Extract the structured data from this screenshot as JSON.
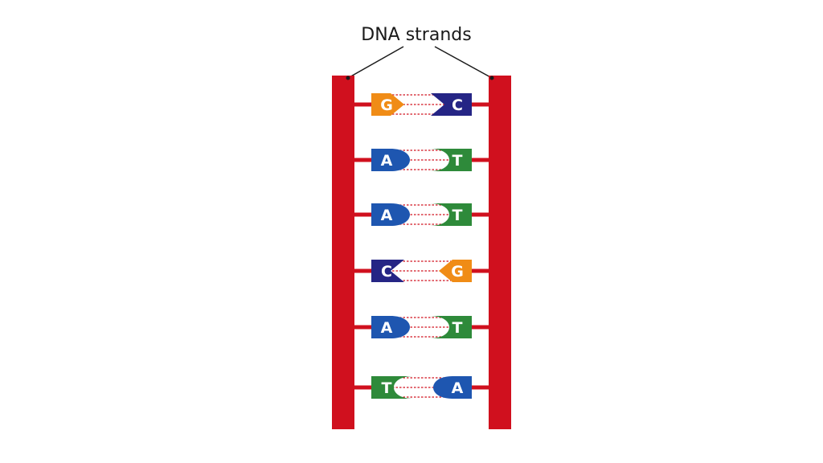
{
  "diagram": {
    "label": "DNA strands",
    "colors": {
      "strand": "#d0101e",
      "guanine": "#f08c16",
      "cytosine": "#252585",
      "adenine": "#1e56b0",
      "thymine": "#2e8a3a",
      "hydrogen_bond": "#d0101e"
    },
    "base_pairs": [
      {
        "left": "G",
        "right": "C"
      },
      {
        "left": "A",
        "right": "T"
      },
      {
        "left": "A",
        "right": "T"
      },
      {
        "left": "C",
        "right": "G"
      },
      {
        "left": "A",
        "right": "T"
      },
      {
        "left": "T",
        "right": "A"
      }
    ]
  }
}
